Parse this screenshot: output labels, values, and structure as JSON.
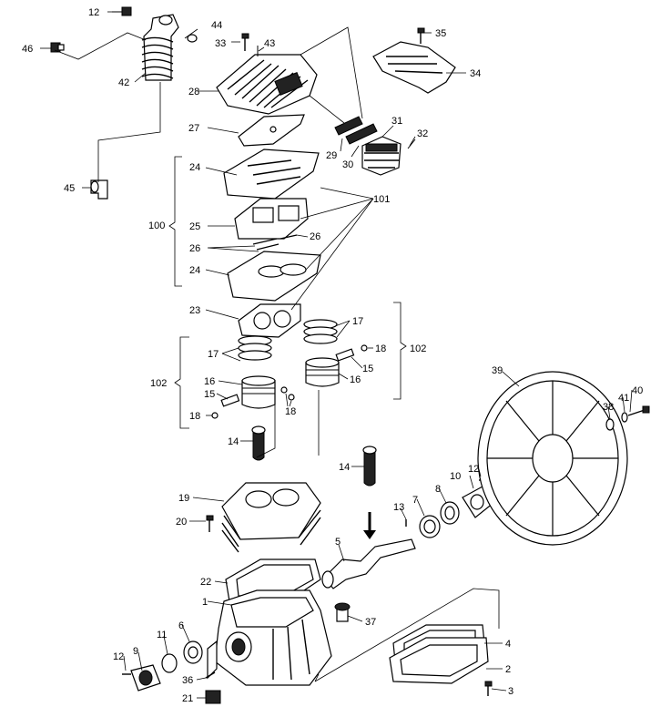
{
  "diagram": {
    "labels": [
      {
        "id": "l12a",
        "text": "12"
      },
      {
        "id": "l44",
        "text": "44"
      },
      {
        "id": "l33",
        "text": "33"
      },
      {
        "id": "l43",
        "text": "43"
      },
      {
        "id": "l35",
        "text": "35"
      },
      {
        "id": "l46",
        "text": "46"
      },
      {
        "id": "l42",
        "text": "42"
      },
      {
        "id": "l34",
        "text": "34"
      },
      {
        "id": "l28",
        "text": "28"
      },
      {
        "id": "l27",
        "text": "27"
      },
      {
        "id": "l31",
        "text": "31"
      },
      {
        "id": "l32",
        "text": "32"
      },
      {
        "id": "l29",
        "text": "29"
      },
      {
        "id": "l30",
        "text": "30"
      },
      {
        "id": "l24a",
        "text": "24"
      },
      {
        "id": "l45",
        "text": "45"
      },
      {
        "id": "l101",
        "text": "101"
      },
      {
        "id": "l100",
        "text": "100"
      },
      {
        "id": "l25",
        "text": "25"
      },
      {
        "id": "l26a",
        "text": "26"
      },
      {
        "id": "l26b",
        "text": "26"
      },
      {
        "id": "l24b",
        "text": "24"
      },
      {
        "id": "l23",
        "text": "23"
      },
      {
        "id": "l17a",
        "text": "17"
      },
      {
        "id": "l17b",
        "text": "17"
      },
      {
        "id": "l18a",
        "text": "18"
      },
      {
        "id": "l102a",
        "text": "102"
      },
      {
        "id": "l102b",
        "text": "102"
      },
      {
        "id": "l15a",
        "text": "15"
      },
      {
        "id": "l16a",
        "text": "16"
      },
      {
        "id": "l16b",
        "text": "16"
      },
      {
        "id": "l15b",
        "text": "15"
      },
      {
        "id": "l18b",
        "text": "18"
      },
      {
        "id": "l18c",
        "text": "18"
      },
      {
        "id": "l39",
        "text": "39"
      },
      {
        "id": "l40",
        "text": "40"
      },
      {
        "id": "l41",
        "text": "41"
      },
      {
        "id": "l38",
        "text": "38"
      },
      {
        "id": "l14a",
        "text": "14"
      },
      {
        "id": "l14b",
        "text": "14"
      },
      {
        "id": "l12b",
        "text": "12"
      },
      {
        "id": "l10",
        "text": "10"
      },
      {
        "id": "l8",
        "text": "8"
      },
      {
        "id": "l7",
        "text": "7"
      },
      {
        "id": "l13",
        "text": "13"
      },
      {
        "id": "l19",
        "text": "19"
      },
      {
        "id": "l20",
        "text": "20"
      },
      {
        "id": "l5",
        "text": "5"
      },
      {
        "id": "l22",
        "text": "22"
      },
      {
        "id": "l1",
        "text": "1"
      },
      {
        "id": "l37",
        "text": "37"
      },
      {
        "id": "l4",
        "text": "4"
      },
      {
        "id": "l2",
        "text": "2"
      },
      {
        "id": "l3",
        "text": "3"
      },
      {
        "id": "l6",
        "text": "6"
      },
      {
        "id": "l11",
        "text": "11"
      },
      {
        "id": "l9",
        "text": "9"
      },
      {
        "id": "l12c",
        "text": "12"
      },
      {
        "id": "l36",
        "text": "36"
      },
      {
        "id": "l21",
        "text": "21"
      }
    ]
  }
}
